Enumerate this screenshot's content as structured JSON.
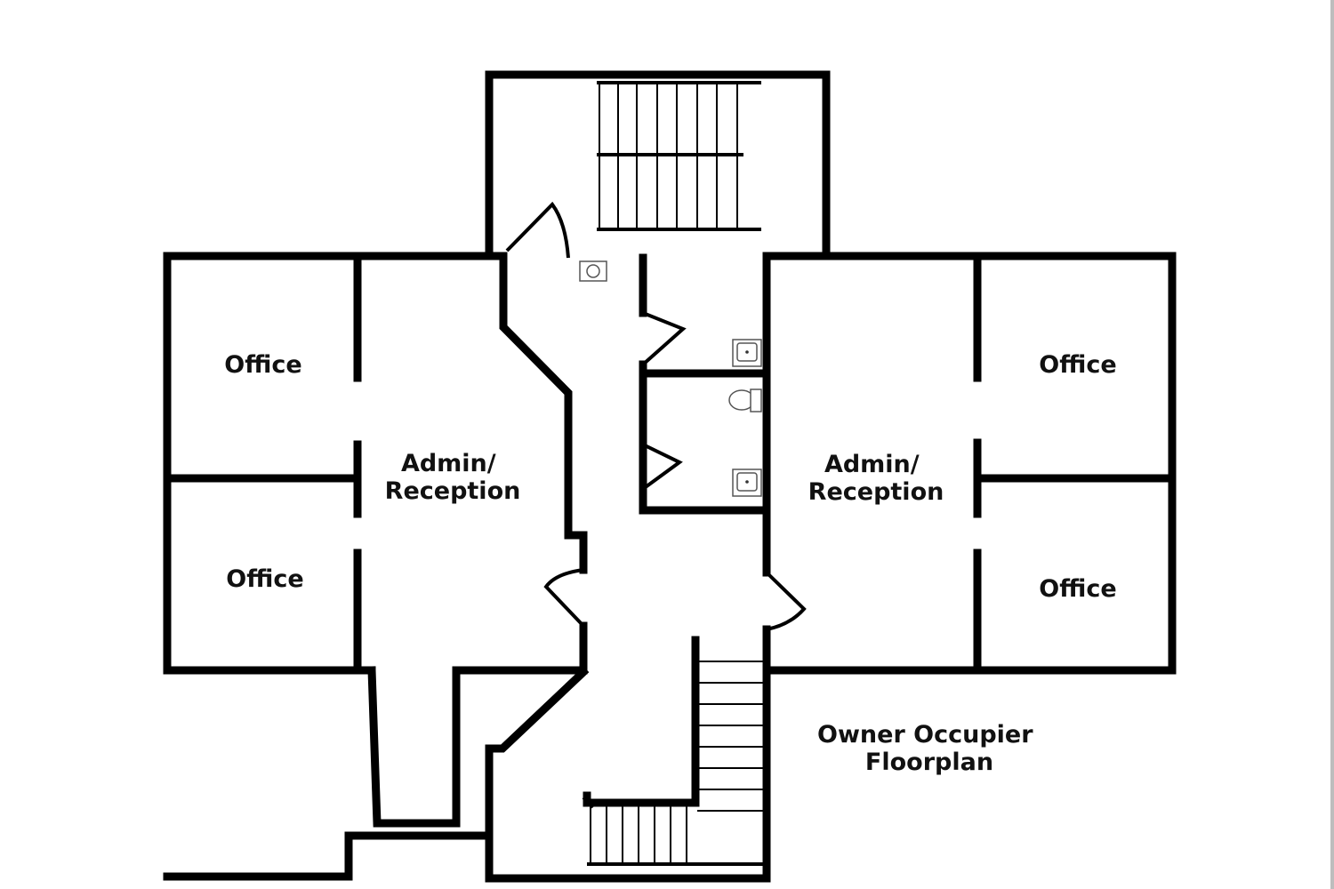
{
  "rooms": {
    "office_top_left": "Office",
    "office_bottom_left": "Office",
    "office_top_right": "Office",
    "office_bottom_right": "Office",
    "reception_left": [
      "Admin/",
      "Reception"
    ],
    "reception_right": [
      "Admin/",
      "Reception"
    ]
  },
  "caption": [
    "Owner Occupier",
    "Floorplan"
  ],
  "colors": {
    "wall": "#000000",
    "background": "#ffffff",
    "fixture_outline": "#555555",
    "page_edge": "#bdbdbd"
  },
  "icons": [
    "sink-icon",
    "toilet-icon",
    "water-heater-icon",
    "stairs-icon"
  ]
}
